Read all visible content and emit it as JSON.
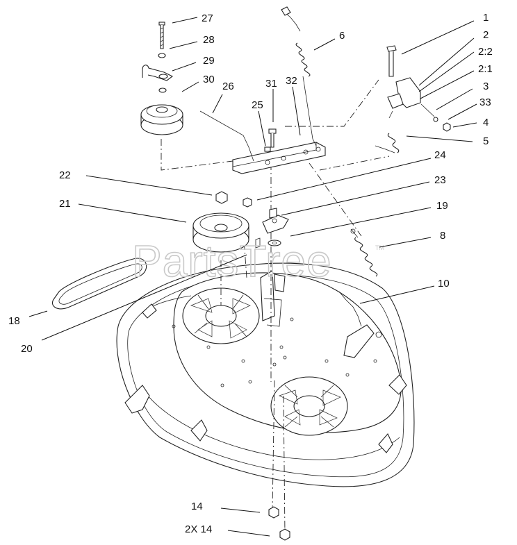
{
  "watermark": {
    "text": "PartsTree",
    "tm": "TM"
  },
  "callouts": {
    "c1": "1",
    "c2": "2",
    "c2_2": "2:2",
    "c2_1": "2:1",
    "c3": "3",
    "c33": "33",
    "c4": "4",
    "c5": "5",
    "c6": "6",
    "c8": "8",
    "c10": "10",
    "c14": "14",
    "c2x14": "2X 14",
    "c18": "18",
    "c19": "19",
    "c20": "20",
    "c21": "21",
    "c22": "22",
    "c23": "23",
    "c24": "24",
    "c25": "25",
    "c26": "26",
    "c27": "27",
    "c28": "28",
    "c29": "29",
    "c30": "30",
    "c31": "31",
    "c32": "32"
  }
}
